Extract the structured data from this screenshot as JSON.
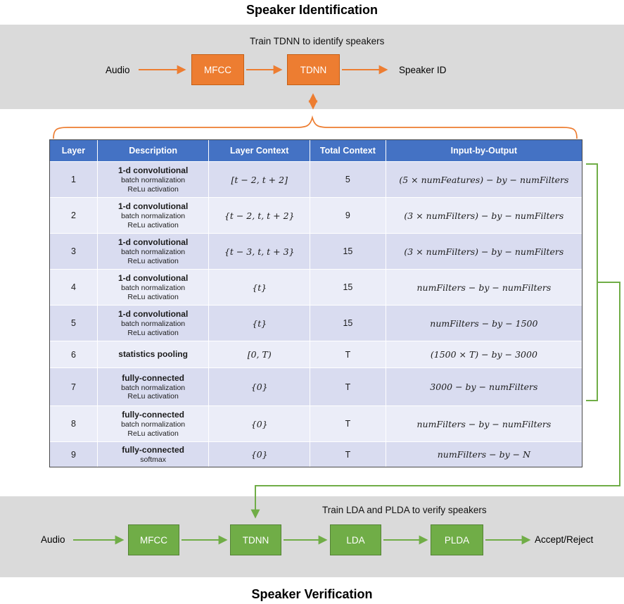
{
  "page": {
    "title_top": "Speaker Identification",
    "title_bottom": "Speaker Verification"
  },
  "identification": {
    "caption": "Train TDNN to identify speakers",
    "input_label": "Audio",
    "block1": "MFCC",
    "block2": "TDNN",
    "output_label": "Speaker ID"
  },
  "verification": {
    "caption": "Train LDA and PLDA to verify speakers",
    "input_label": "Audio",
    "block1": "MFCC",
    "block2": "TDNN",
    "block3": "LDA",
    "block4": "PLDA",
    "output_label": "Accept/Reject"
  },
  "table": {
    "headers": {
      "layer": "Layer",
      "description": "Description",
      "layer_context": "Layer Context",
      "total_context": "Total Context",
      "io": "Input-by-Output"
    },
    "rows": [
      {
        "layer": "1",
        "desc": "1-d convolutional",
        "sub1": "batch normalization",
        "sub2": "ReLu activation",
        "ctx": "[t − 2, t + 2]",
        "total": "5",
        "io": "(5 × numFeatures) − by − numFilters"
      },
      {
        "layer": "2",
        "desc": "1-d convolutional",
        "sub1": "batch normalization",
        "sub2": "ReLu activation",
        "ctx": "{t − 2, t, t + 2}",
        "total": "9",
        "io": "(3 × numFilters) − by − numFilters"
      },
      {
        "layer": "3",
        "desc": "1-d convolutional",
        "sub1": "batch normalization",
        "sub2": "ReLu activation",
        "ctx": "{t − 3, t, t + 3}",
        "total": "15",
        "io": "(3 × numFilters) − by − numFilters"
      },
      {
        "layer": "4",
        "desc": "1-d convolutional",
        "sub1": "batch normalization",
        "sub2": "ReLu activation",
        "ctx": "{t}",
        "total": "15",
        "io": "numFilters − by − numFilters"
      },
      {
        "layer": "5",
        "desc": "1-d convolutional",
        "sub1": "batch normalization",
        "sub2": "ReLu activation",
        "ctx": "{t}",
        "total": "15",
        "io": "numFilters − by − 1500"
      },
      {
        "layer": "6",
        "desc": "statistics pooling",
        "sub1": "",
        "sub2": "",
        "ctx": "[0, T)",
        "total": "T",
        "io": "(1500 × T) − by − 3000"
      },
      {
        "layer": "7",
        "desc": "fully-connected",
        "sub1": "batch normalization",
        "sub2": "ReLu activation",
        "ctx": "{0}",
        "total": "T",
        "io": "3000 − by − numFilters"
      },
      {
        "layer": "8",
        "desc": "fully-connected",
        "sub1": "batch normalization",
        "sub2": "ReLu activation",
        "ctx": "{0}",
        "total": "T",
        "io": "numFilters − by − numFilters"
      },
      {
        "layer": "9",
        "desc": "fully-connected",
        "sub1": "softmax",
        "sub2": "",
        "ctx": "{0}",
        "total": "T",
        "io": "numFilters − by − N"
      }
    ]
  },
  "colors": {
    "orange": "#ED7D31",
    "green": "#70AD47",
    "header_blue": "#4472C4",
    "row_dark": "#D9DCF0",
    "row_light": "#EBEDF8",
    "band_gray": "#DADADA"
  }
}
